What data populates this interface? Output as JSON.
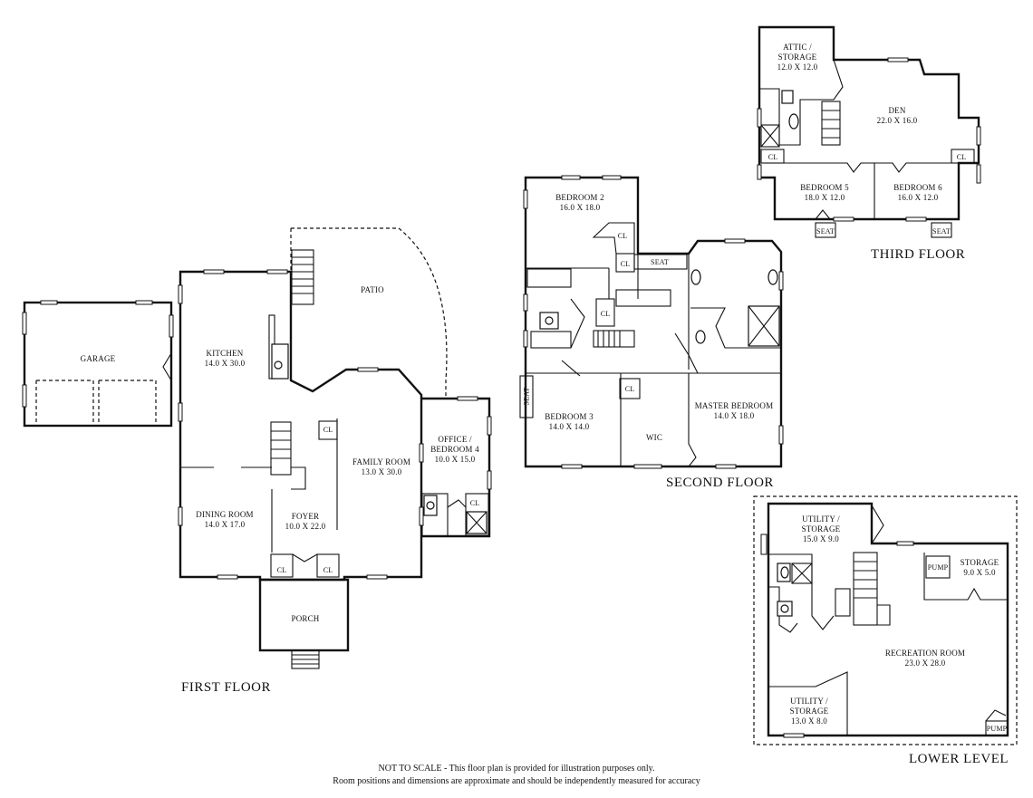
{
  "floors": {
    "first": "FIRST FLOOR",
    "second": "SECOND FLOOR",
    "third": "THIRD FLOOR",
    "lower": "LOWER LEVEL"
  },
  "rooms": {
    "garage": {
      "name": "GARAGE"
    },
    "patio": {
      "name": "PATIO"
    },
    "kitchen": {
      "name": "KITCHEN",
      "dims": "14.0 X 30.0"
    },
    "family_room": {
      "name": "FAMILY ROOM",
      "dims": "13.0 X 30.0"
    },
    "office": {
      "name1": "OFFICE /",
      "name2": "BEDROOM 4",
      "dims": "10.0 X 15.0"
    },
    "dining_room": {
      "name": "DINING ROOM",
      "dims": "14.0 X 17.0"
    },
    "foyer": {
      "name": "FOYER",
      "dims": "10.0 X 22.0"
    },
    "porch": {
      "name": "PORCH"
    },
    "bedroom2": {
      "name": "BEDROOM 2",
      "dims": "16.0 X 18.0"
    },
    "bedroom3": {
      "name": "BEDROOM 3",
      "dims": "14.0 X 14.0"
    },
    "wic": {
      "name": "WIC"
    },
    "master": {
      "name": "MASTER BEDROOM",
      "dims": "14.0 X 18.0"
    },
    "attic": {
      "name1": "ATTIC /",
      "name2": "STORAGE",
      "dims": "12.0 X 12.0"
    },
    "den": {
      "name": "DEN",
      "dims": "22.0 X 16.0"
    },
    "bedroom5": {
      "name": "BEDROOM 5",
      "dims": "18.0 X 12.0"
    },
    "bedroom6": {
      "name": "BEDROOM 6",
      "dims": "16.0 X 12.0"
    },
    "utility1": {
      "name1": "UTILITY /",
      "name2": "STORAGE",
      "dims": "15.0 X 9.0"
    },
    "storage": {
      "name": "STORAGE",
      "dims": "9.0 X 5.0"
    },
    "recreation": {
      "name": "RECREATION ROOM",
      "dims": "23.0 X 28.0"
    },
    "utility2": {
      "name1": "UTILITY /",
      "name2": "STORAGE",
      "dims": "13.0 X 8.0"
    }
  },
  "tags": {
    "closet": "CL",
    "seat": "SEAT",
    "pump": "PUMP"
  },
  "disclaimer": {
    "line1": "NOT TO SCALE - This floor plan is provided for illustration purposes only.",
    "line2": "Room positions and dimensions are approximate and should be independently measured for accuracy"
  }
}
